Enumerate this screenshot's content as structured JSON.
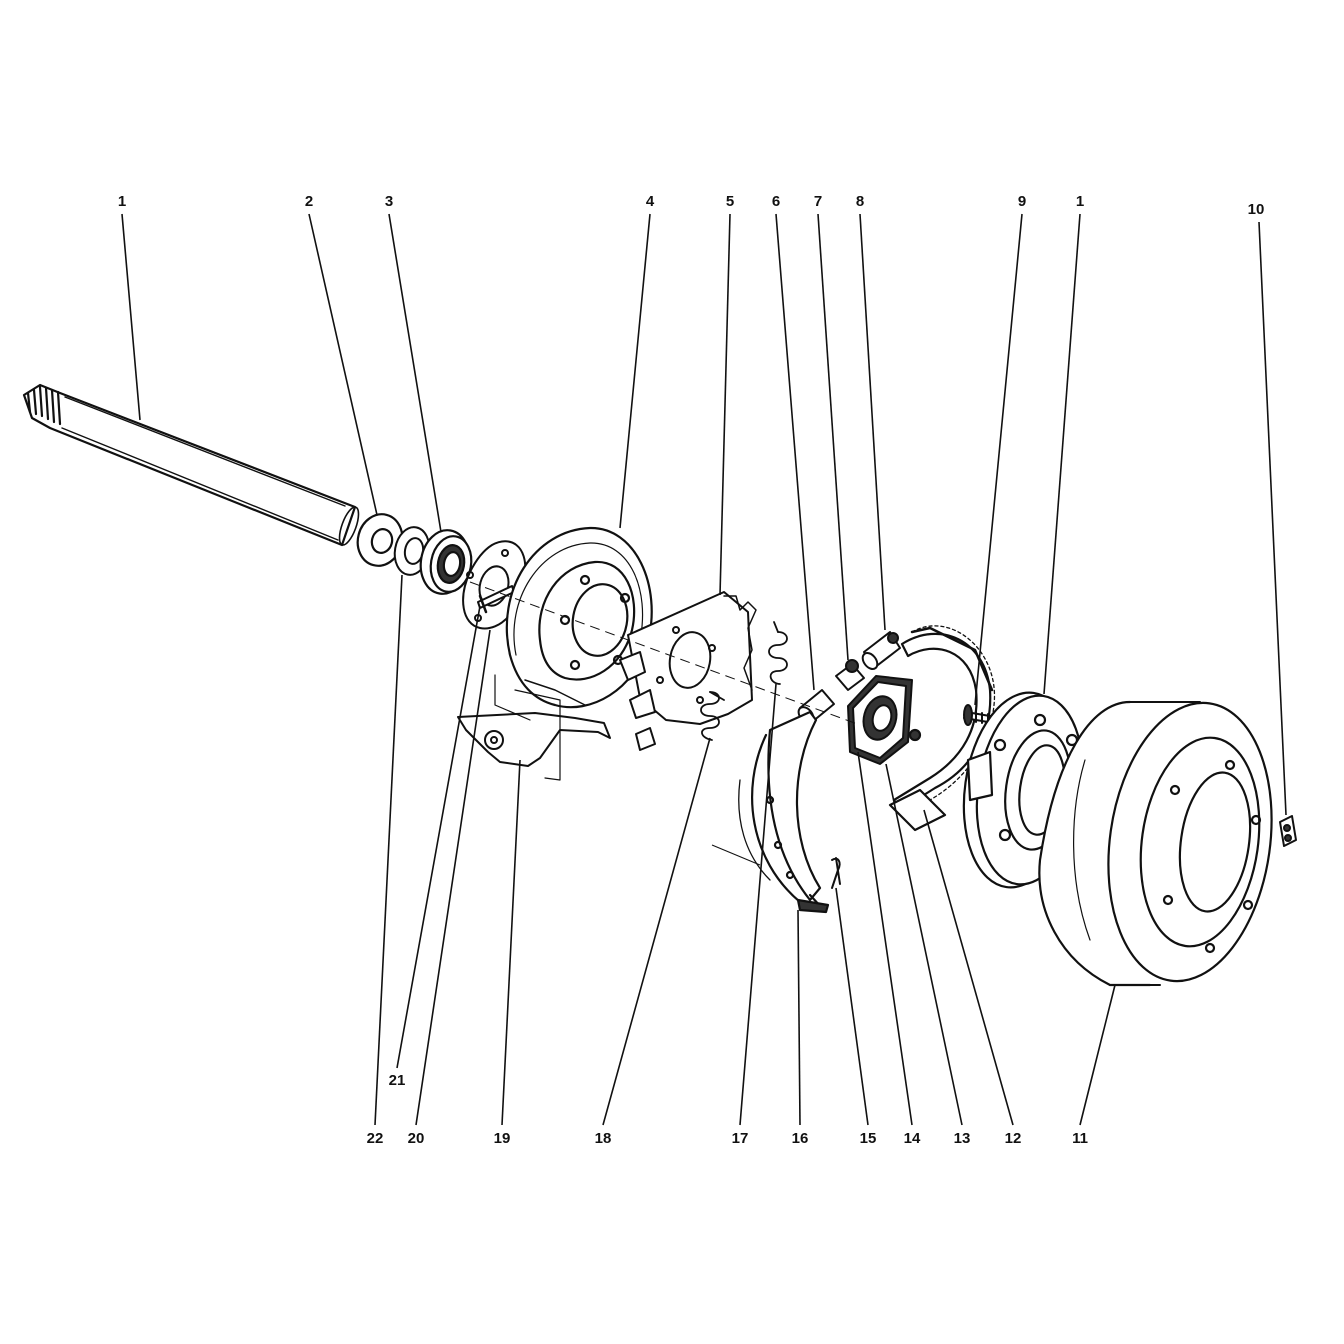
{
  "diagram": {
    "ink_color": "#111111",
    "background": "#ffffff",
    "callouts": {
      "top": [
        "1",
        "2",
        "3",
        "4",
        "5",
        "6",
        "7",
        "8",
        "9",
        "1",
        "10"
      ],
      "bottom": [
        "22",
        "21",
        "20",
        "19",
        "18",
        "17",
        "16",
        "15",
        "14",
        "13",
        "12",
        "11"
      ]
    },
    "parts": [
      {
        "id": "1",
        "icon": "axle-shaft-icon"
      },
      {
        "id": "2",
        "icon": "washer-icon"
      },
      {
        "id": "3",
        "icon": "bearing-icon"
      },
      {
        "id": "4",
        "icon": "brake-backing-plate-icon"
      },
      {
        "id": "5",
        "icon": "shoe-anchor-plate-icon"
      },
      {
        "id": "6",
        "icon": "pin-icon"
      },
      {
        "id": "7",
        "icon": "adjuster-icon"
      },
      {
        "id": "8",
        "icon": "wheel-cylinder-icon"
      },
      {
        "id": "9",
        "icon": "wheel-stud-icon"
      },
      {
        "id": "10",
        "icon": "nut-icon"
      },
      {
        "id": "11",
        "icon": "brake-drum-icon"
      },
      {
        "id": "12",
        "icon": "brake-shoe-icon"
      },
      {
        "id": "13",
        "icon": "gasket-icon"
      },
      {
        "id": "14",
        "icon": "retainer-plate-icon"
      },
      {
        "id": "15",
        "icon": "cotter-pin-icon"
      },
      {
        "id": "16",
        "icon": "brake-shoe-icon"
      },
      {
        "id": "17",
        "icon": "return-spring-icon"
      },
      {
        "id": "18",
        "icon": "return-spring-icon"
      },
      {
        "id": "19",
        "icon": "parking-lever-icon"
      },
      {
        "id": "20",
        "icon": "gasket-icon"
      },
      {
        "id": "21",
        "icon": "bolt-icon"
      },
      {
        "id": "22",
        "icon": "spacer-ring-icon"
      }
    ]
  }
}
